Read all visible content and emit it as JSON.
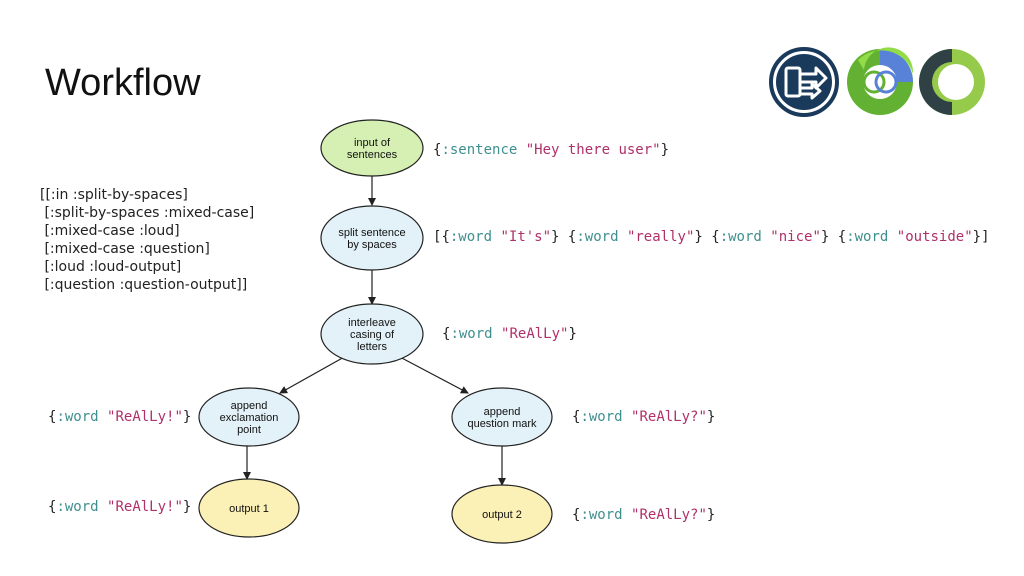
{
  "title": "Workflow",
  "workflow_edges": [
    "[[:in :split-by-spaces]",
    " [:split-by-spaces :mixed-case]",
    " [:mixed-case :loud]",
    " [:mixed-case :question]",
    " [:loud :loud-output]",
    " [:question :question-output]]"
  ],
  "nodes": {
    "input": {
      "lines": [
        "input of",
        "sentences"
      ],
      "color": "#d6f0b4"
    },
    "split": {
      "lines": [
        "split sentence",
        "by spaces"
      ],
      "color": "#e3f2f8"
    },
    "interleave": {
      "lines": [
        "interleave",
        "casing of",
        "letters"
      ],
      "color": "#e3f2f8"
    },
    "exclaim": {
      "lines": [
        "append",
        "exclamation",
        "point"
      ],
      "color": "#e3f2f8"
    },
    "question": {
      "lines": [
        "append",
        "question mark"
      ],
      "color": "#e3f2f8"
    },
    "output1": {
      "lines": [
        "output 1"
      ],
      "color": "#fbf0b6"
    },
    "output2": {
      "lines": [
        "output 2"
      ],
      "color": "#fbf0b6"
    }
  },
  "annotations": {
    "input": {
      "open": "{",
      "key": ":sentence",
      "value": "\"Hey there user\"",
      "close": "}"
    },
    "split": {
      "open": "[",
      "items": [
        {
          "key": ":word",
          "value": "\"It's\""
        },
        {
          "key": ":word",
          "value": "\"really\""
        },
        {
          "key": ":word",
          "value": "\"nice\""
        },
        {
          "key": ":word",
          "value": "\"outside\""
        }
      ],
      "close": "]"
    },
    "interleave": {
      "open": "{",
      "key": ":word",
      "value": "\"ReAlLy\"",
      "close": "}"
    },
    "exclaim": {
      "open": "{",
      "key": ":word",
      "value": "\"ReAlLy!\"",
      "close": "}"
    },
    "question": {
      "open": "{",
      "key": ":word",
      "value": "\"ReAlLy?\"",
      "close": "}"
    },
    "output1": {
      "open": "{",
      "key": ":word",
      "value": "\"ReAlLy!\"",
      "close": "}"
    },
    "output2": {
      "open": "{",
      "key": ":word",
      "value": "\"ReAlLy?\"",
      "close": "}"
    }
  },
  "logos": [
    {
      "name": "pipeline-logo",
      "color": "#1a3a5c"
    },
    {
      "name": "clojure-logo",
      "colors": [
        "#63b132",
        "#5881d8"
      ]
    },
    {
      "name": "clojurescript-logo",
      "colors": [
        "#96ca4b",
        "#2f4145"
      ]
    }
  ]
}
